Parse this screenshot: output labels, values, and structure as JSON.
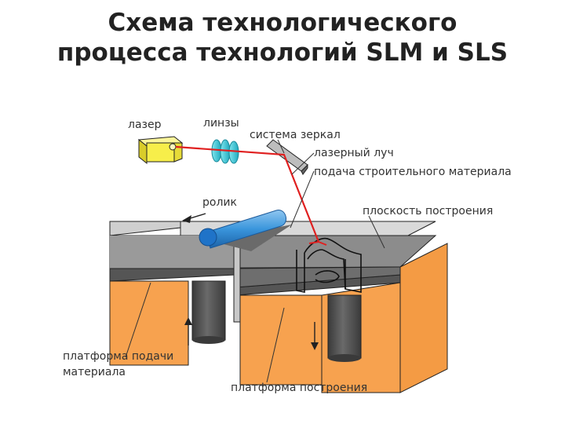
{
  "title": {
    "line1": "Схема технологического",
    "line2": "процесса технологий SLM и SLS"
  },
  "labels": {
    "laser": "лазер",
    "lenses": "линзы",
    "mirror_system": "система зеркал",
    "laser_beam": "лазерный луч",
    "material_feed": "подача строительного материала",
    "roller": "ролик",
    "build_plane": "плоскость построения",
    "feed_platform_line1": "платформа подачи",
    "feed_platform_line2": "материала",
    "build_platform": "платформа построения"
  },
  "colors": {
    "laser_body": "#f7ee4a",
    "lens": "#3bc8d8",
    "beam": "#e02020",
    "powder_top": "#8a8a8a",
    "box_orange": "#f7a24f",
    "platform": "#555555",
    "piston": "#555555",
    "roller": "#2e8ad8",
    "outline": "#222222"
  }
}
